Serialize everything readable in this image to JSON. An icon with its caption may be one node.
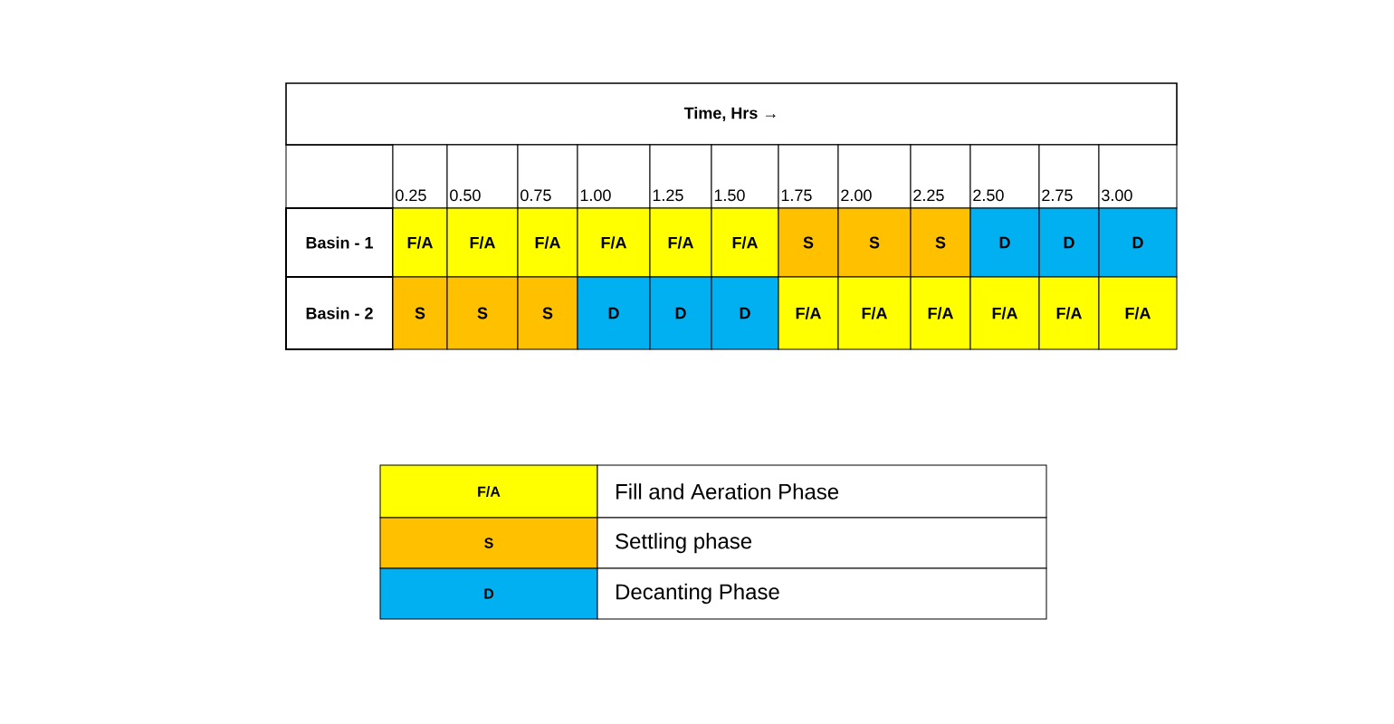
{
  "diagram": {
    "labels": [
      "Time, Hrs →",
      "0.25",
      "0.50",
      "0.75",
      "1.00",
      "1.25",
      "1.50",
      "1.75",
      "2.00",
      "2.25",
      "2.50",
      "2.75",
      "3.00",
      "Basin - 1",
      "F/A",
      "F/A",
      "F/A",
      "F/A",
      "F/A",
      "F/A",
      "S",
      "S",
      "S",
      "D",
      "D",
      "D",
      "Basin - 2",
      "S",
      "S",
      "S",
      "D",
      "D",
      "D",
      "F/A",
      "F/A",
      "F/A",
      "F/A",
      "F/A",
      "F/A",
      "F/A",
      "S",
      "D"
    ],
    "legend": [
      {
        "text": "Fill and Aeration Phase",
        "color": "#ffff00"
      },
      {
        "text": "Settling phase",
        "color": "#ffc000"
      },
      {
        "text": "Decanting Phase",
        "color": "#00b0f0"
      }
    ]
  }
}
